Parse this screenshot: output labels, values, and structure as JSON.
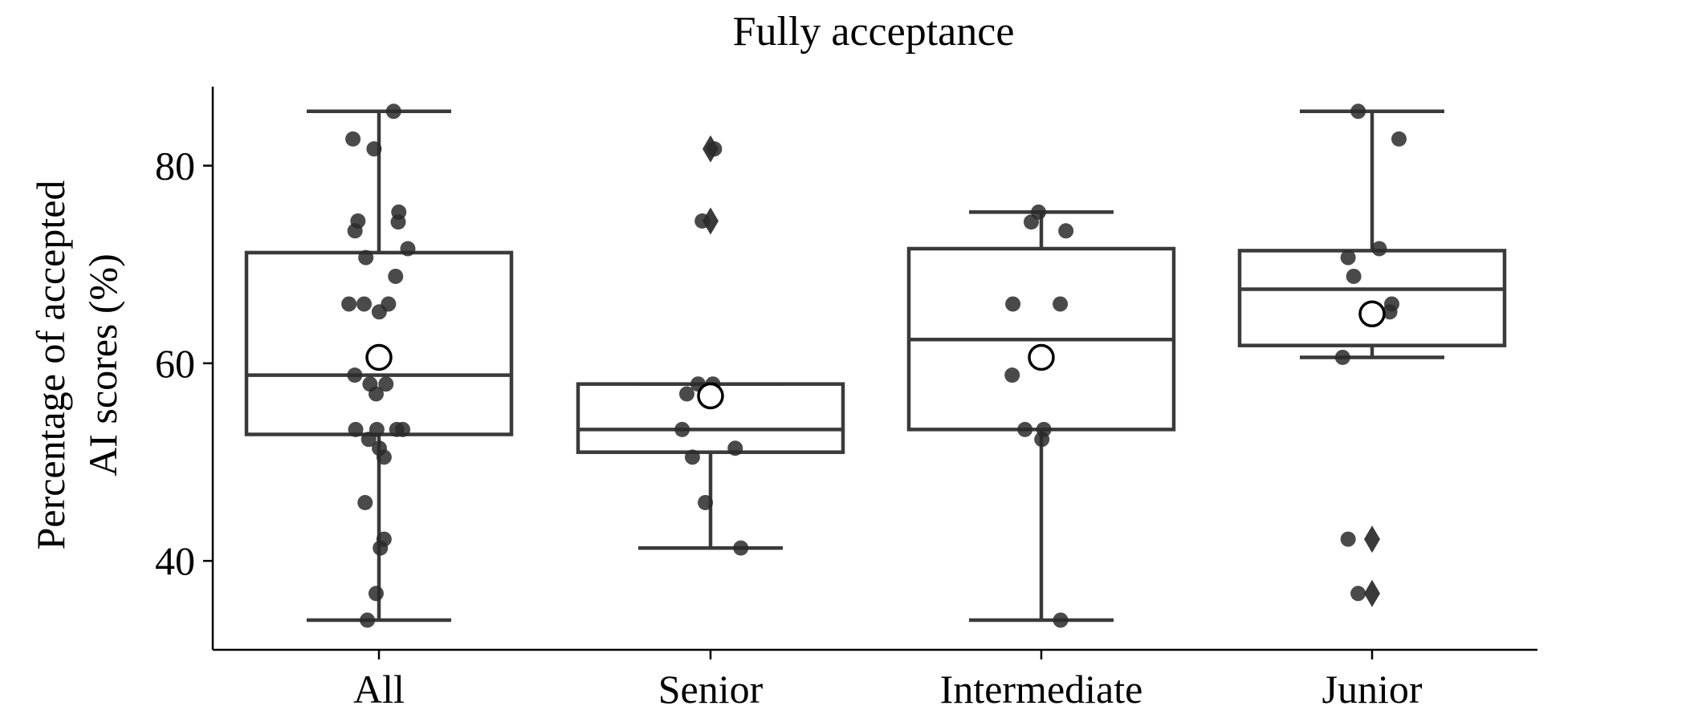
{
  "chart_data": {
    "type": "box",
    "title": "Fully acceptance",
    "xlabel": "",
    "ylabel_lines": [
      "Percentage of accepted",
      "AI scores (%)"
    ],
    "ylim": [
      31,
      88
    ],
    "yticks": [
      40,
      60,
      80
    ],
    "grid": false,
    "categories": [
      "All",
      "Senior",
      "Intermediate",
      "Junior"
    ],
    "colors": {
      "box": "#3a3a3a",
      "points": "#2a2a2a",
      "mean_fill": "#ffffff"
    },
    "boxes": [
      {
        "name": "All",
        "whisker_low": 34.0,
        "q1": 52.8,
        "median": 58.8,
        "q3": 71.2,
        "whisker_high": 85.5,
        "mean": 60.6,
        "outliers": []
      },
      {
        "name": "Senior",
        "whisker_low": 41.3,
        "q1": 51.0,
        "median": 53.3,
        "q3": 57.9,
        "whisker_high": 57.9,
        "mean": 56.7,
        "outliers": [
          81.7,
          74.4
        ]
      },
      {
        "name": "Intermediate",
        "whisker_low": 34.0,
        "q1": 53.3,
        "median": 62.4,
        "q3": 71.6,
        "whisker_high": 75.3,
        "mean": 60.6,
        "outliers": []
      },
      {
        "name": "Junior",
        "whisker_low": 60.6,
        "q1": 61.8,
        "median": 67.5,
        "q3": 71.4,
        "whisker_high": 85.5,
        "mean": 65.0,
        "outliers": [
          42.2,
          36.7
        ]
      }
    ],
    "points": [
      [
        85.5,
        82.7,
        81.7,
        75.3,
        74.4,
        74.3,
        73.4,
        71.6,
        70.7,
        68.8,
        66.0,
        66.0,
        66.0,
        65.2,
        58.8,
        57.9,
        57.9,
        56.9,
        53.3,
        53.3,
        53.3,
        53.3,
        52.3,
        51.4,
        50.5,
        45.9,
        42.2,
        41.3,
        36.7,
        34.0
      ],
      [
        81.7,
        74.4,
        57.9,
        57.9,
        56.9,
        53.3,
        51.4,
        50.5,
        45.9,
        41.3
      ],
      [
        75.3,
        74.3,
        73.4,
        66.0,
        66.0,
        58.8,
        53.3,
        53.3,
        52.3,
        34.0
      ],
      [
        85.5,
        82.7,
        71.6,
        70.7,
        68.8,
        66.0,
        65.2,
        60.6,
        42.2,
        36.7
      ]
    ]
  }
}
